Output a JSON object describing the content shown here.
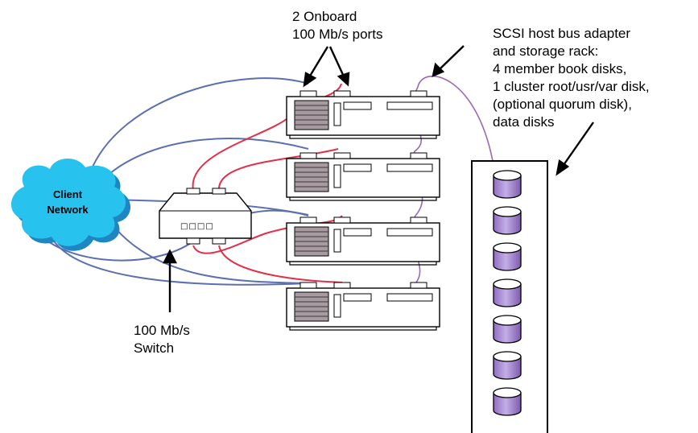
{
  "labels": {
    "onboard_ports": [
      "2 Onboard",
      "100 Mb/s ports"
    ],
    "scsi": [
      "SCSI host bus adapter",
      "and storage rack:",
      "4 member book disks,",
      "1 cluster root/usr/var disk,",
      "(optional quorum disk),",
      "data disks"
    ],
    "switch": [
      "100 Mb/s",
      "Switch"
    ],
    "client_network": [
      "Client",
      "Network"
    ]
  },
  "colors": {
    "client_network_links": "#5b6fb0",
    "switch_links": "#e0304a",
    "scsi_links": "#9a66b8",
    "disk_fill": "#a98ad0",
    "cloud_fill": "#27c3ee",
    "cloud_shadow": "#1f86c4",
    "vent_fill": "#a89aa0"
  },
  "counts": {
    "members": 4,
    "disks": 7
  },
  "switch_lights": "□□□□"
}
